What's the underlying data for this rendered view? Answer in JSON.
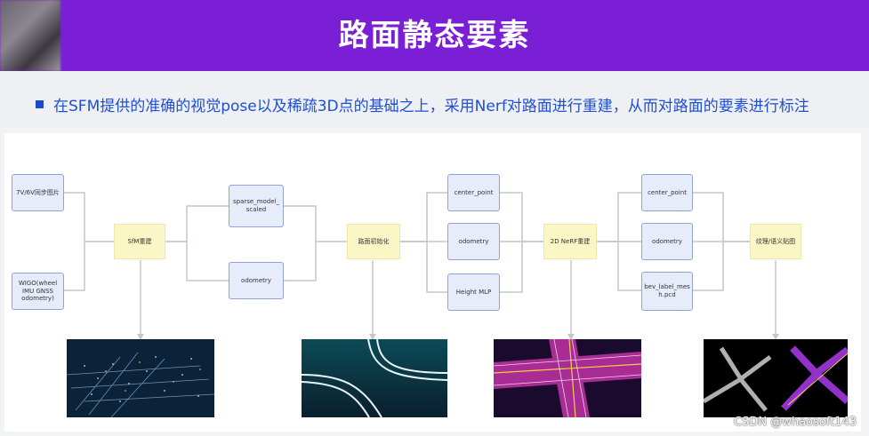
{
  "header": {
    "title": "路面静态要素"
  },
  "subtitle": "在SFM提供的准确的视觉pose以及稀疏3D点的基础之上，采用Nerf对路面进行重建，从而对路面的要素进行标注",
  "diagram": {
    "input_images": "7V/6V同步图片",
    "input_sensors": [
      "WIGO(wheel",
      "IMU GNSS",
      "odometry)"
    ],
    "sfm": "SfM重建",
    "sparse_model": [
      "sparse_model_",
      "scaled"
    ],
    "odometry_1": "odometry",
    "road_init": "路面初始化",
    "center_point_1": "center_point",
    "odometry_2": "odometry",
    "height_mlp": "Height MLP",
    "nerf": "2D NeRF重建",
    "center_point_2": "center_point",
    "odometry_3": "odometry",
    "bev_label": [
      "bev_label_mes",
      "h.pcd"
    ],
    "texture": "纹理/语义贴图"
  },
  "colors": {
    "header": "#7b1fd6",
    "subtitle": "#1d4fd8",
    "box_fill": "#e7ecfb",
    "box_border": "#8fa3d9",
    "process_fill": "#fbf6c5",
    "connector": "#c4c7cc"
  },
  "icons": [
    "square-bullet-icon"
  ],
  "watermark": "CSDN @whaosoft143"
}
